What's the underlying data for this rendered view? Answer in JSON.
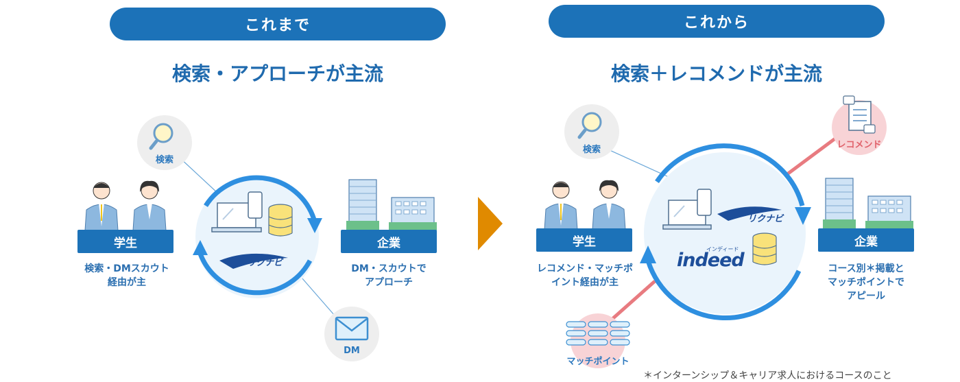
{
  "before": {
    "pill": "これまで",
    "heading": "検索・アプローチが主流",
    "search_label": "検索",
    "dm_label": "DM",
    "student_label": "学生",
    "student_desc_1": "検索・DMスカウト",
    "student_desc_2": "経由が主",
    "company_label": "企業",
    "company_desc_1": "DM・スカウトで",
    "company_desc_2": "アプローチ",
    "logo_text": "リクナビ"
  },
  "after": {
    "pill": "これから",
    "heading": "検索＋レコメンドが主流",
    "search_label": "検索",
    "recommend_label": "レコメンド",
    "match_label": "マッチポイント",
    "student_label": "学生",
    "student_desc_1": "レコメンド・マッチポ",
    "student_desc_2": "イント経由が主",
    "company_label": "企業",
    "company_desc_1": "コース別＊掲載と",
    "company_desc_2": "マッチポイントで",
    "company_desc_3": "アピール",
    "logo_text": "リクナビ",
    "indeed_text": "indeed",
    "indeed_ruby": "インディード"
  },
  "footnote": "＊インターンシップ＆キャリア求人におけるコースのこと",
  "colors": {
    "primary": "#1c72b8",
    "ring": "#2e8fe0",
    "arrow": "#e08a00",
    "pink_line": "#e87b80"
  }
}
